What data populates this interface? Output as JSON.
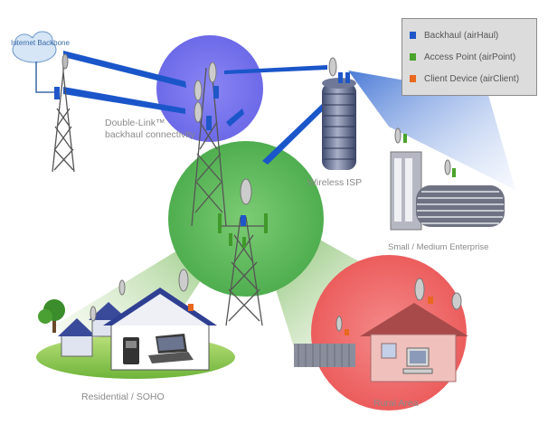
{
  "labels": {
    "internet_backbone": "Internet Backbone",
    "double_link_line1": "Double-Link™",
    "double_link_line2": "backhaul connectivity",
    "wireless_isp": "Wireless ISP",
    "small_medium_enterprise": "Small / Medium Enterprise",
    "residential_soho": "Residential / SOHO",
    "rural_area": "Rural Area"
  },
  "legend": [
    {
      "label": "Backhaul (airHaul)",
      "color": "#1f57c8"
    },
    {
      "label": "Access Point (airPoint)",
      "color": "#4aa32a"
    },
    {
      "label": "Client Device (airClient)",
      "color": "#e8681e"
    }
  ],
  "colors": {
    "blue_zone": "#7c7cf0",
    "green_zone": "#5cb85c",
    "red_zone": "#ef6a6a",
    "beam_blue": "#1a56c9",
    "tower": "#4a4a4a"
  }
}
